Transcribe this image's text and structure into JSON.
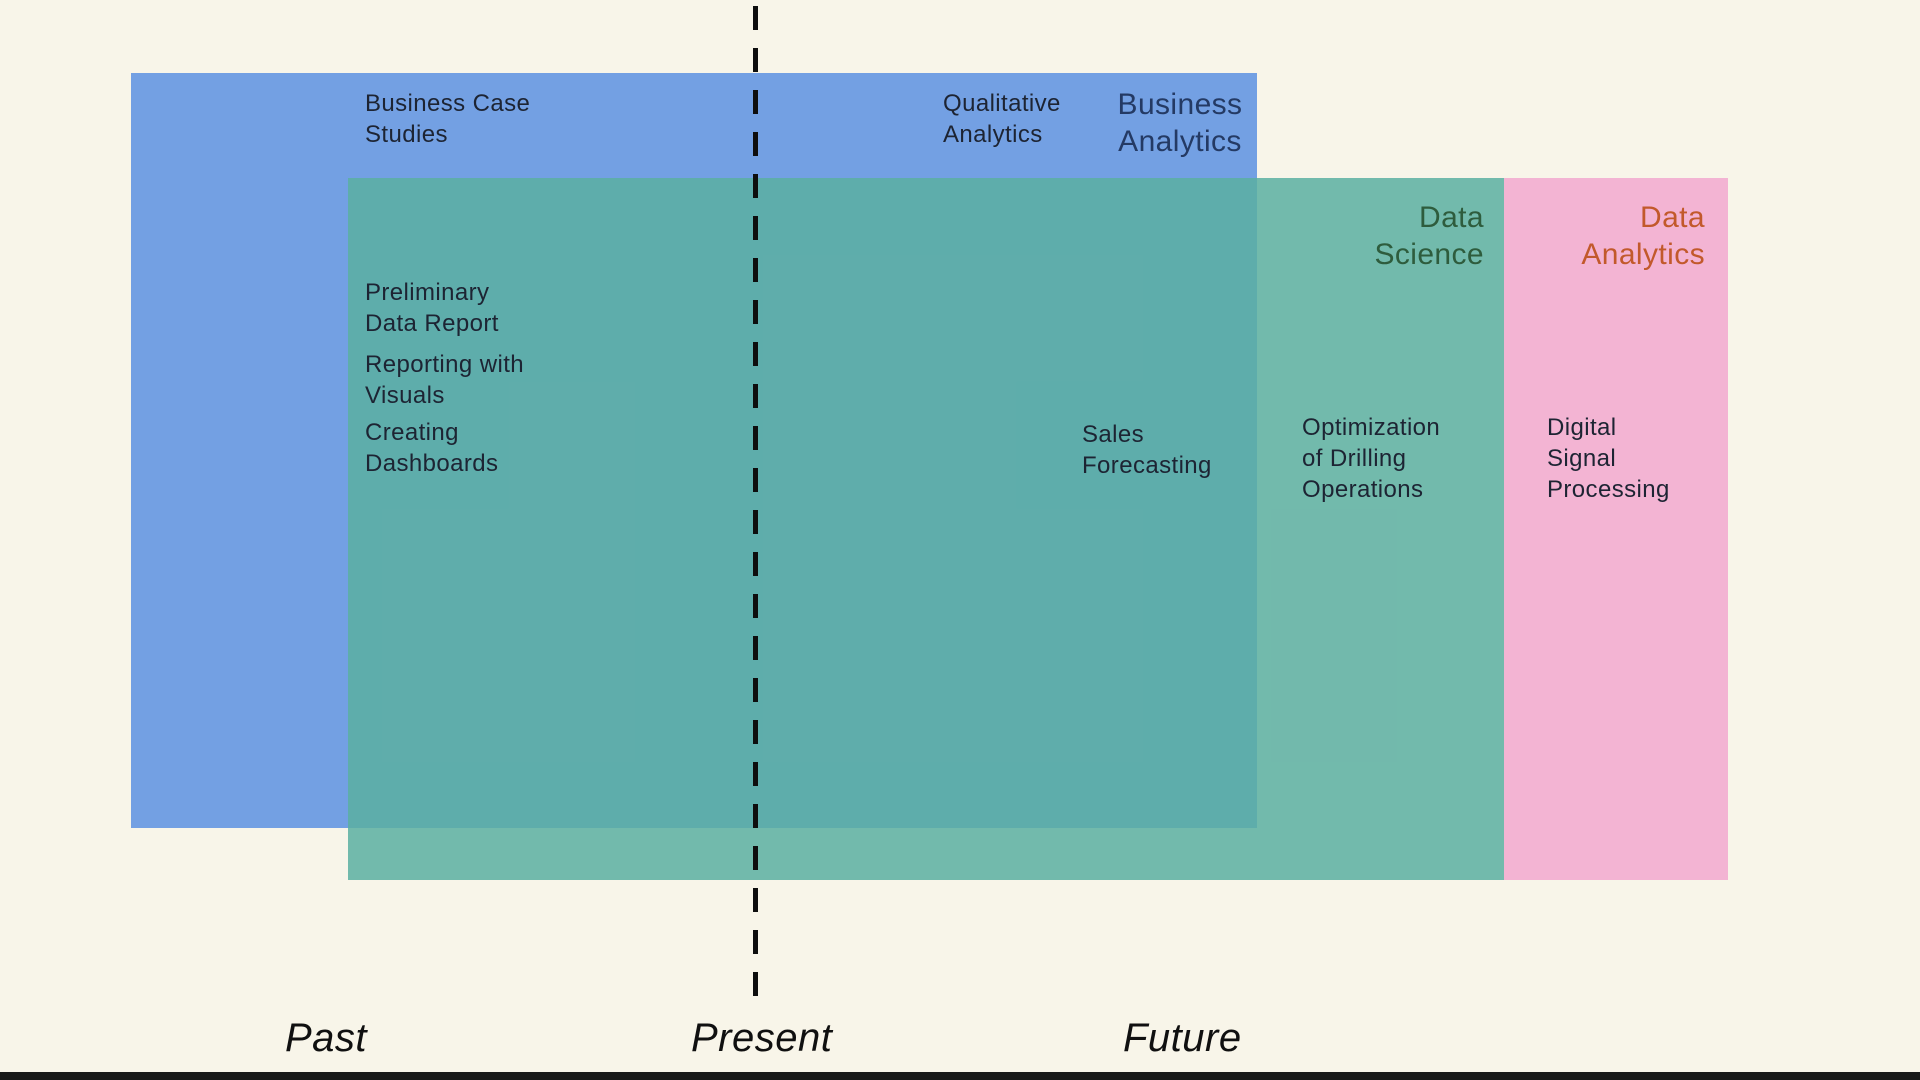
{
  "diagram": {
    "type": "overlapping-sets-timeline",
    "colors": {
      "background": "#F8F5E9",
      "business_analytics_fill": "#73A0E3",
      "data_science_fill": "#74BAAC",
      "overlap_fill": "#5FADA9",
      "data_analytics_fill": "#F3B4D3",
      "dashed_line": "#0E0E0E",
      "bottom_bar": "#191919",
      "item_text": "#1D2433",
      "business_analytics_title": "#243A64",
      "data_science_title": "#2E5C3D",
      "data_analytics_title": "#C2592B",
      "timeline_text": "#101010"
    }
  },
  "sets": {
    "business_analytics": {
      "title": "Business\nAnalytics"
    },
    "data_science": {
      "title": "Data\nScience"
    },
    "data_analytics": {
      "title": "Data\nAnalytics"
    }
  },
  "items": {
    "business_case_studies": "Business Case\nStudies",
    "qualitative_analytics": "Qualitative\nAnalytics",
    "preliminary_data_report": "Preliminary\nData Report",
    "reporting_with_visuals": "Reporting with\nVisuals",
    "creating_dashboards": "Creating\nDashboards",
    "sales_forecasting": "Sales\nForecasting",
    "optimization_of_drilling_operations": "Optimization\nof Drilling\nOperations",
    "digital_signal_processing": "Digital\nSignal\nProcessing"
  },
  "timeline": {
    "past": "Past",
    "present": "Present",
    "future": "Future"
  }
}
